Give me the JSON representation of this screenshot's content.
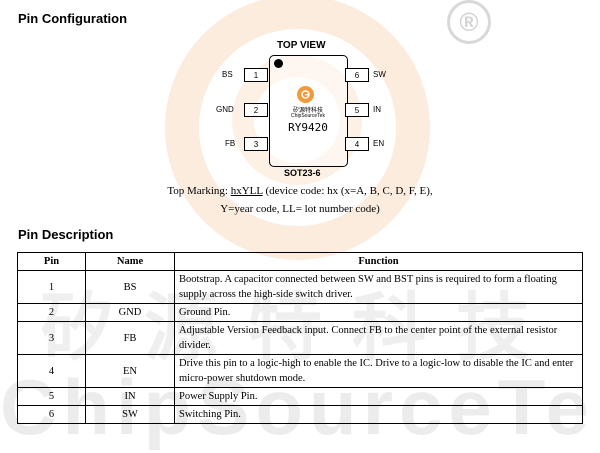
{
  "headings": {
    "pin_configuration": "Pin Configuration",
    "pin_description": "Pin Description"
  },
  "watermark": {
    "registered": "®",
    "chinese": "矽源特科技",
    "english": "ChipSourceTek"
  },
  "diagram": {
    "top_view": "TOP VIEW",
    "package": "SOT23-6",
    "logo_chinese": "矽源特科技",
    "logo_english": "ChipSourceTek",
    "part_number": "RY9420",
    "left_pins": [
      {
        "name": "BS",
        "num": "1"
      },
      {
        "name": "GND",
        "num": "2"
      },
      {
        "name": "FB",
        "num": "3"
      }
    ],
    "right_pins": [
      {
        "num": "6",
        "name": "SW"
      },
      {
        "num": "5",
        "name": "IN"
      },
      {
        "num": "4",
        "name": "EN"
      }
    ]
  },
  "marking": {
    "prefix": "Top Marking: ",
    "code": "hxYLL",
    "line1_rest": " (device code: hx (x=A, B, C, D, F, E),",
    "line2": "Y=year code, LL= lot number code)"
  },
  "table": {
    "headers": [
      "Pin",
      "Name",
      "Function"
    ],
    "rows": [
      {
        "pin": "1",
        "name": "BS",
        "function": "Bootstrap. A capacitor connected between SW and BST pins is required to form a floating supply across the high-side switch driver."
      },
      {
        "pin": "2",
        "name": "GND",
        "function": "Ground Pin."
      },
      {
        "pin": "3",
        "name": "FB",
        "function": "Adjustable Version Feedback input. Connect FB to the center point of the external resistor divider."
      },
      {
        "pin": "4",
        "name": "EN",
        "function": "Drive this pin to a logic-high to enable the IC. Drive to a logic-low to disable the IC and enter micro-power shutdown mode."
      },
      {
        "pin": "5",
        "name": "IN",
        "function": "Power Supply Pin."
      },
      {
        "pin": "6",
        "name": "SW",
        "function": "Switching Pin."
      }
    ]
  }
}
